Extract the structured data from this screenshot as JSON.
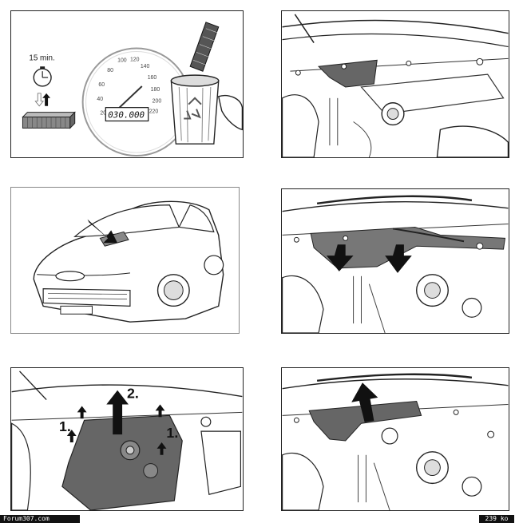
{
  "panel1": {
    "time_label": "15 min.",
    "odometer": "030.000",
    "gauge_numbers": [
      "20",
      "40",
      "60",
      "80",
      "100",
      "120",
      "140",
      "160",
      "180",
      "200",
      "220"
    ]
  },
  "panel5": {
    "step1_left": "1.",
    "step1_right": "1.",
    "step2": "2."
  },
  "footer": {
    "site": "Forum307.com",
    "page": "239 ko"
  }
}
